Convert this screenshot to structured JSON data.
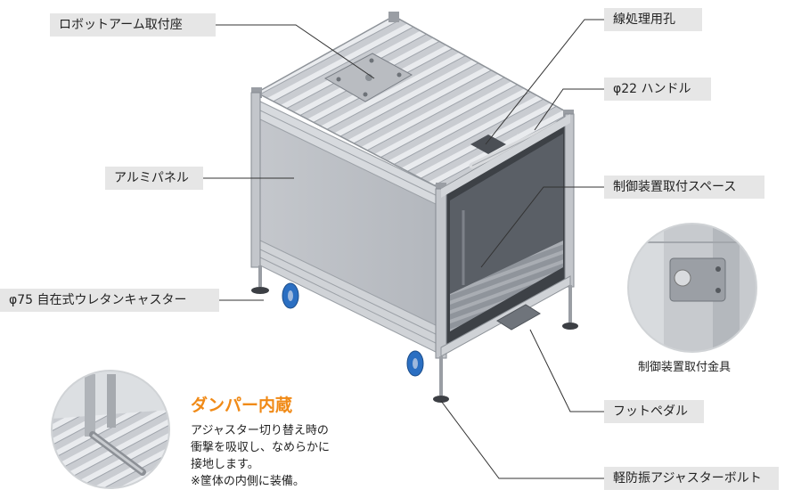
{
  "labels": {
    "robot_mount": "ロボットアーム取付座",
    "aluminum_panel": "アルミパネル",
    "caster": "φ75 自在式ウレタンキャスター",
    "cable_hole": "線処理用孔",
    "handle": "φ22 ハンドル",
    "control_space": "制御装置取付スペース",
    "control_bracket": "制御装置取付金具",
    "foot_pedal": "フットペダル",
    "adjuster": "軽防振アジャスターボルト"
  },
  "feature": {
    "title": "ダンパー内蔵",
    "lines": [
      "アジャスター切り替え時の",
      "衝撃を吸収し、なめらかに",
      "接地します。",
      "※筐体の内側に装備。"
    ]
  },
  "colors": {
    "accent": "#f08a17",
    "callout_bg": "#e6e6e6",
    "frame": "#b8bcc2",
    "caster_wheel": "#2b6fc2"
  }
}
